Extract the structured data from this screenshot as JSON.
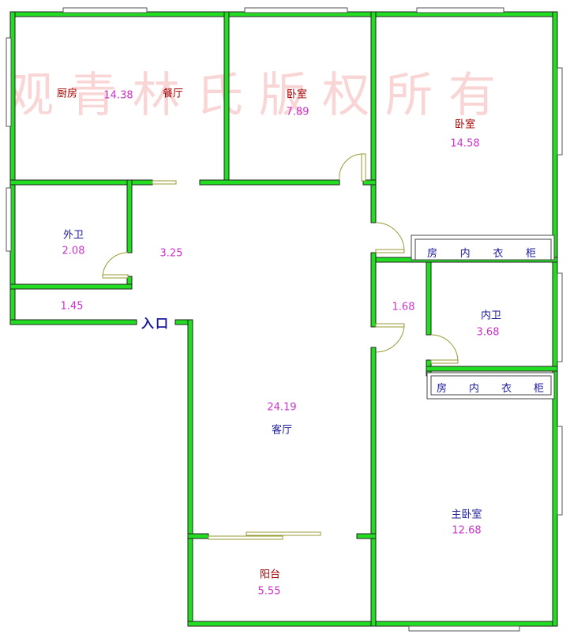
{
  "watermark": "观青林氏版权所有",
  "rooms": {
    "kitchen": {
      "name": "厨房"
    },
    "dining": {
      "name": "餐厅",
      "area": "14.38"
    },
    "bedroom1": {
      "name": "卧室",
      "area": "7.89"
    },
    "bedroom2": {
      "name": "卧室",
      "area": "14.58"
    },
    "outer_bath": {
      "name": "外卫",
      "area": "2.08"
    },
    "corridor": {
      "area": "3.25"
    },
    "entry_hall": {
      "area": "1.45"
    },
    "inner_hall": {
      "area": "1.68"
    },
    "inner_bath": {
      "name": "内卫",
      "area": "3.68"
    },
    "living": {
      "name": "客厅",
      "area": "24.19"
    },
    "master": {
      "name": "主卧室",
      "area": "12.68"
    },
    "balcony": {
      "name": "阳台",
      "area": "5.55"
    }
  },
  "entrance": "入口",
  "wardrobe_top": [
    "房",
    "内",
    "衣",
    "柜"
  ],
  "wardrobe_bottom": [
    "房",
    "内",
    "衣",
    "柜"
  ],
  "colors": {
    "wall": "#22dd22",
    "door": "#999933",
    "name_red": "#a40000",
    "name_blue": "#1a1a9a",
    "area": "#cc33cc"
  }
}
